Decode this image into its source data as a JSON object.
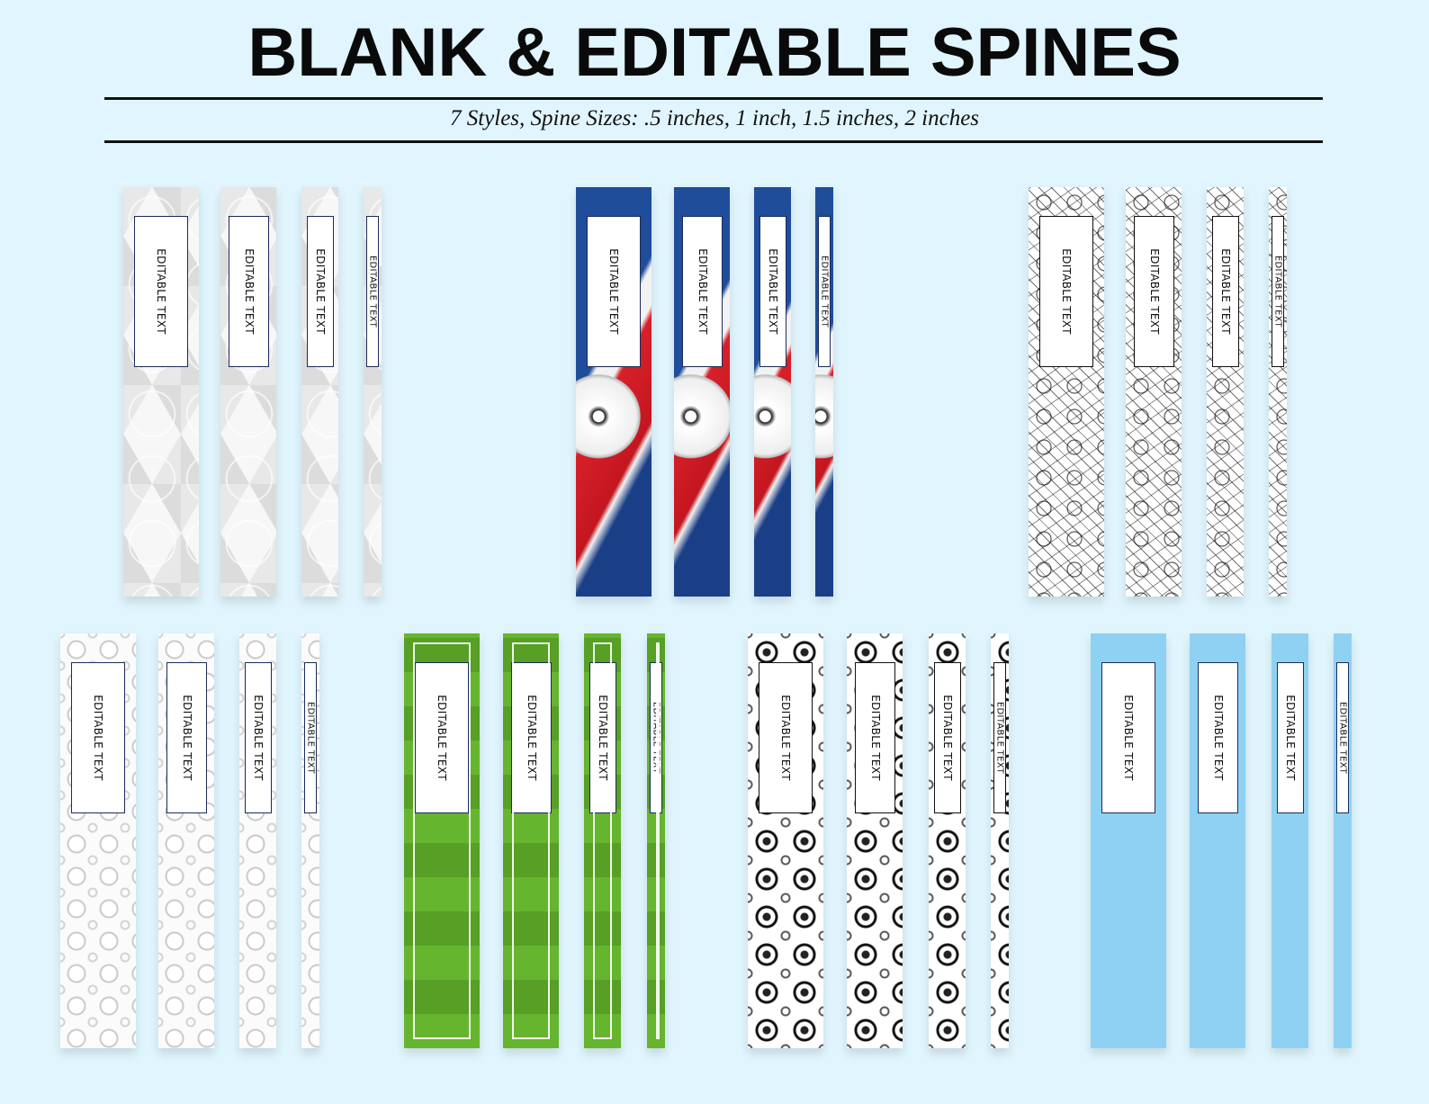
{
  "header": {
    "title": "BLANK & EDITABLE SPINES",
    "subtitle": "7 Styles, Spine Sizes: .5 inches, 1 inch, 1.5 inches, 2 inches"
  },
  "spine_label": "EDITABLE TEXT",
  "colors": {
    "background": "#e0f5fd",
    "label_border": "#1c2b5a",
    "sky_blue": "#8fd1f3",
    "flag_blue": "#1f4d9a",
    "flag_red": "#d8202a",
    "field_green": "#5faa2a"
  },
  "styles": [
    {
      "name": "hexagon-gray",
      "pattern": "hex"
    },
    {
      "name": "flag-soccer-ball",
      "pattern": "flag"
    },
    {
      "name": "soccer-doodles",
      "pattern": "doodle"
    },
    {
      "name": "light-gray-balls",
      "pattern": "lballs"
    },
    {
      "name": "soccer-field",
      "pattern": "field"
    },
    {
      "name": "black-white-balls",
      "pattern": "dballs"
    },
    {
      "name": "plain-sky-blue",
      "pattern": "sky"
    }
  ]
}
